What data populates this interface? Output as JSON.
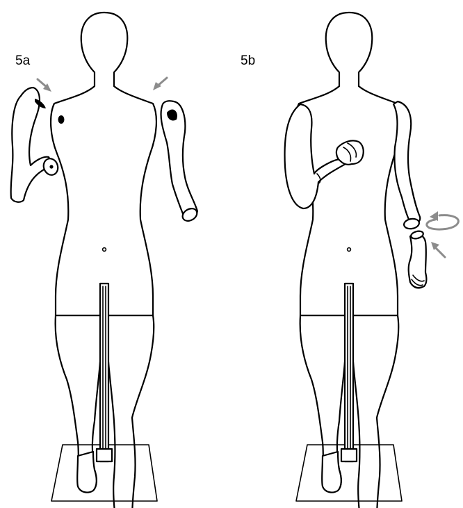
{
  "figure": {
    "panels": [
      {
        "id": "5a",
        "label": "5a"
      },
      {
        "id": "5b",
        "label": "5b"
      }
    ]
  },
  "colors": {
    "outline": "#000000",
    "fill": "#ffffff",
    "arrow": "#8c8c8c"
  },
  "icons": {
    "arrow_5a_left": "arrow-down-right-icon",
    "arrow_5a_right": "arrow-down-left-icon",
    "arrow_5b_rotate": "rotate-arrow-icon",
    "arrow_5b_insert": "arrow-up-left-icon"
  }
}
